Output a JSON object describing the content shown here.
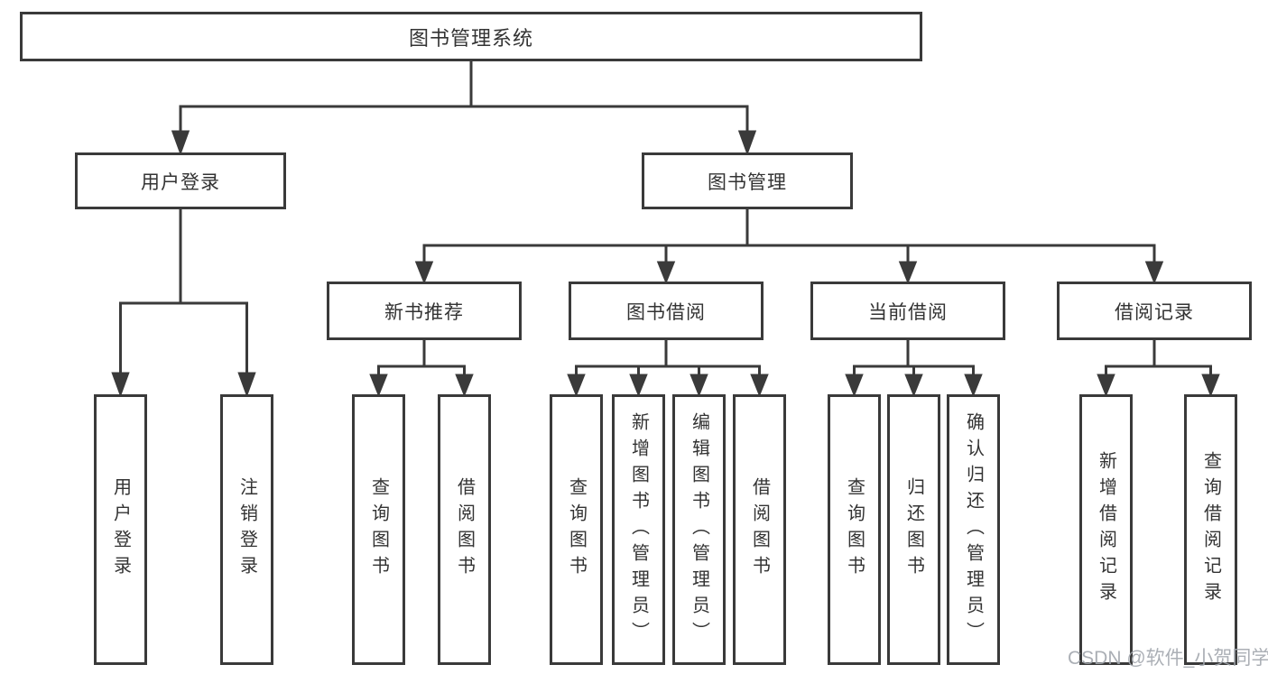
{
  "diagram": {
    "root": {
      "label": "图书管理系统"
    },
    "level2": [
      {
        "id": "user-login",
        "label": "用户登录"
      },
      {
        "id": "book-management",
        "label": "图书管理"
      }
    ],
    "level3": [
      {
        "id": "new-book-recommend",
        "label": "新书推荐"
      },
      {
        "id": "book-borrow",
        "label": "图书借阅"
      },
      {
        "id": "current-borrow",
        "label": "当前借阅"
      },
      {
        "id": "borrow-records",
        "label": "借阅记录"
      }
    ],
    "leaves": [
      {
        "id": "user-login-leaf",
        "label": "用户登录",
        "parent": "user-login"
      },
      {
        "id": "logout",
        "label": "注销登录",
        "parent": "user-login"
      },
      {
        "id": "recommend-query-books",
        "label": "查询图书",
        "parent": "new-book-recommend"
      },
      {
        "id": "recommend-borrow-books",
        "label": "借阅图书",
        "parent": "new-book-recommend"
      },
      {
        "id": "borrow-query-books",
        "label": "查询图书",
        "parent": "book-borrow"
      },
      {
        "id": "borrow-add-books",
        "label": "新增图书（管理员）",
        "parent": "book-borrow"
      },
      {
        "id": "borrow-edit-books",
        "label": "编辑图书（管理员）",
        "parent": "book-borrow"
      },
      {
        "id": "borrow-borrow-books",
        "label": "借阅图书",
        "parent": "book-borrow"
      },
      {
        "id": "current-query-books",
        "label": "查询图书",
        "parent": "current-borrow"
      },
      {
        "id": "current-return-books",
        "label": "归还图书",
        "parent": "current-borrow"
      },
      {
        "id": "current-confirm-return",
        "label": "确认归还（管理员）",
        "parent": "current-borrow"
      },
      {
        "id": "records-add-record",
        "label": "新增借阅记录",
        "parent": "borrow-records"
      },
      {
        "id": "records-query-record",
        "label": "查询借阅记录",
        "parent": "borrow-records"
      }
    ]
  },
  "watermark": {
    "text": "CSDN @软件_小贺同学"
  },
  "colors": {
    "line": "#3a3a3a",
    "text": "#333333",
    "watermark": "#a2a7ae",
    "background": "#ffffff"
  }
}
